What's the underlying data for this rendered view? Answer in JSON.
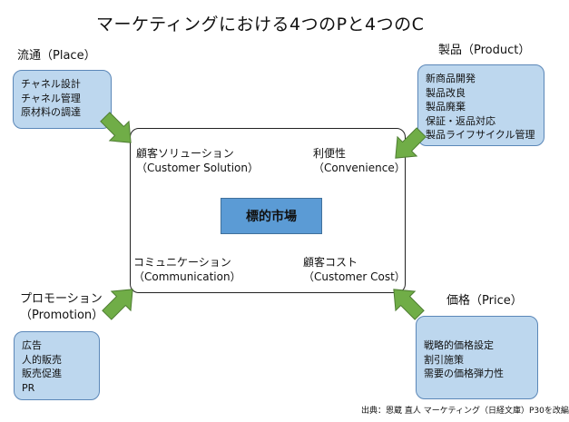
{
  "title": "マーケティングにおける4つのPと4つのC",
  "corners": {
    "place": {
      "heading": "流通（Place）",
      "items": [
        "チャネル設計",
        "チャネル管理",
        "原材料の調達"
      ]
    },
    "product": {
      "heading": "製品（Product）",
      "items": [
        "新商品開発",
        "製品改良",
        "製品廃棄",
        "保証・返品対応",
        "製品ライフサイクル管理"
      ]
    },
    "promotion": {
      "heading_line1": "プロモーション",
      "heading_line2": "（Promotion）",
      "items": [
        "広告",
        "人的販売",
        "販売促進",
        "PR"
      ]
    },
    "price": {
      "heading": "価格（Price）",
      "items": [
        "戦略的価格設定",
        "割引施策",
        "需要の価格弾力性"
      ]
    }
  },
  "inner": {
    "solution": {
      "line1": "顧客ソリューション",
      "line2": "（Customer Solution）"
    },
    "convenience": {
      "line1": "利便性",
      "line2": "（Convenience）"
    },
    "communication": {
      "line1": "コミュニケーション",
      "line2": "（Communication）"
    },
    "cost": {
      "line1": "顧客コスト",
      "line2": "（Customer Cost）"
    }
  },
  "center": "標的市場",
  "source": "出典：恩蔵 直人 マーケティング（日経文庫）P30を改編",
  "colors": {
    "box_fill": "#bdd7ee",
    "box_border": "#5b87b8",
    "center_fill": "#5b9bd5",
    "arrow_fill": "#70ad47",
    "arrow_border": "#4e7d32"
  }
}
